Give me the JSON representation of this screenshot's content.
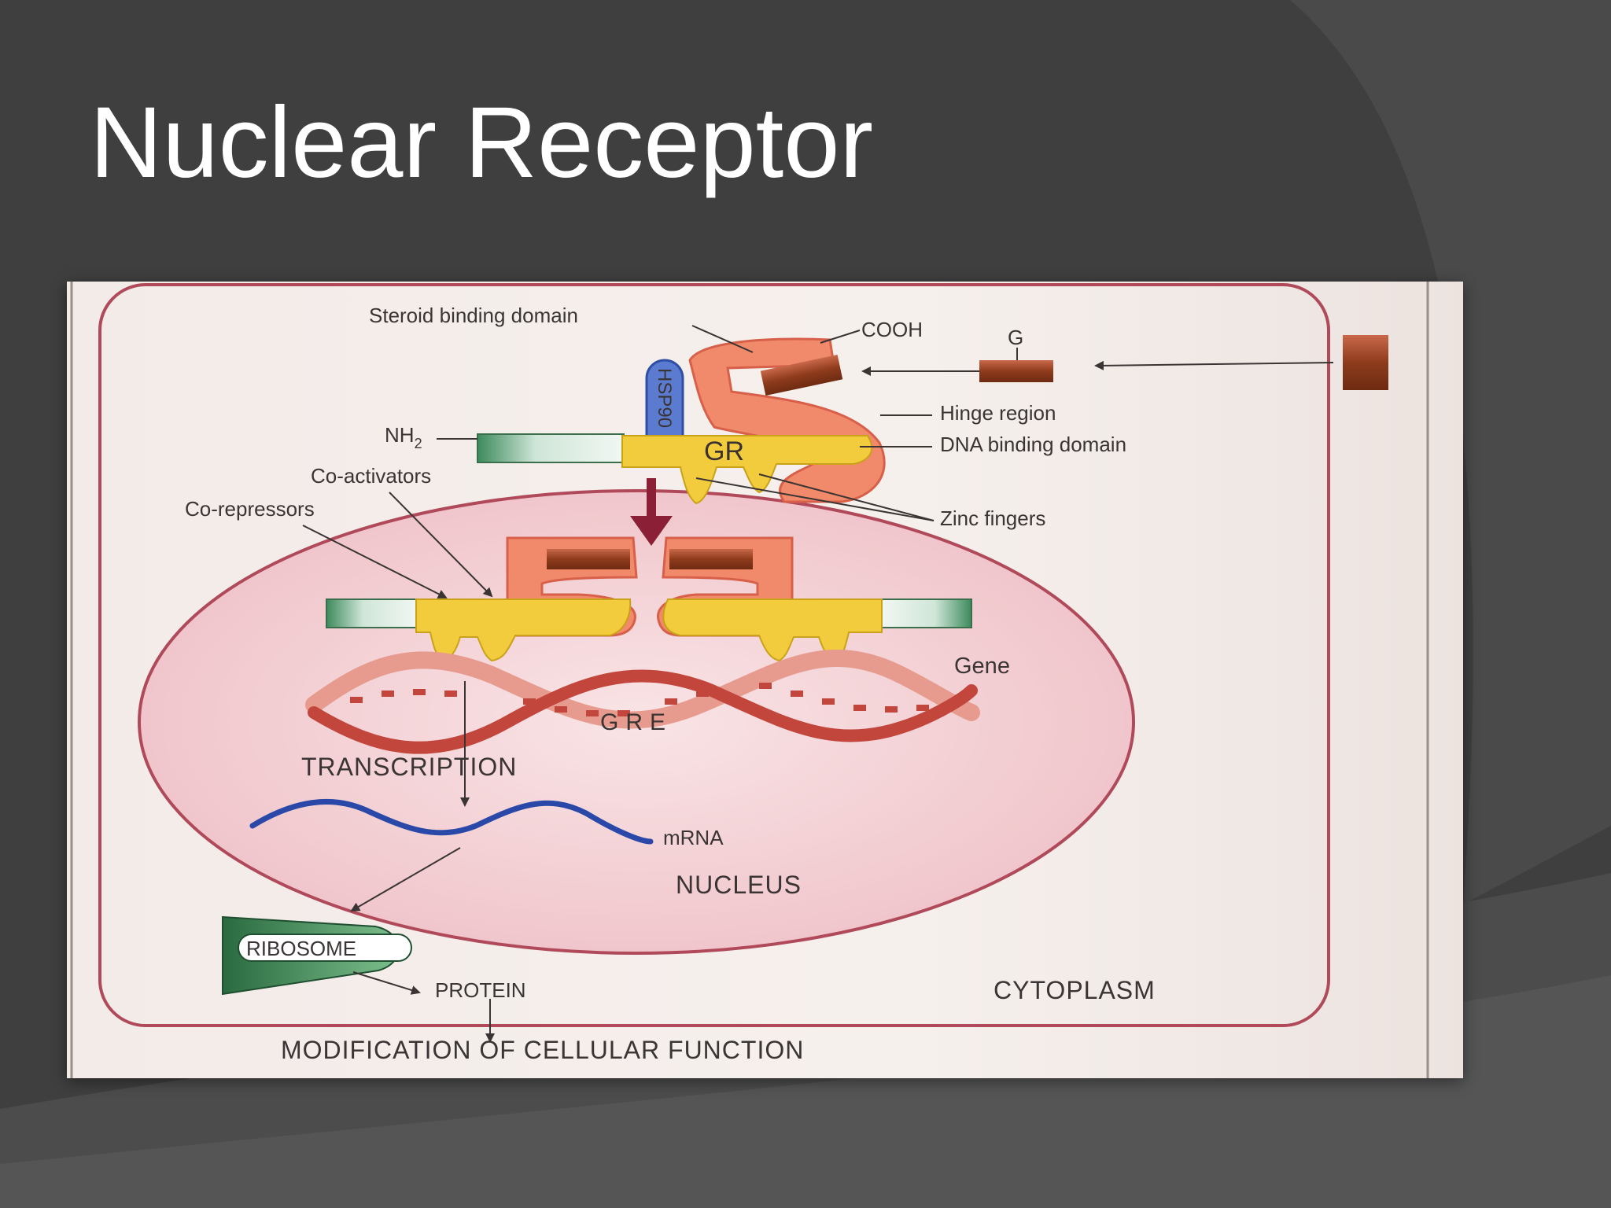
{
  "slide": {
    "title": "Nuclear Receptor"
  },
  "colors": {
    "slide_background": "#3f3f3f",
    "paper": "#f5eeeb",
    "cell_membrane": "#b04a5a",
    "nucleus_fill": "#f0c6cb",
    "receptor_orange": "#f08a6a",
    "receptor_yellow": "#f2cc3c",
    "hormone_brown": "#8e3b1c",
    "hsp90_blue": "#5a7bd0",
    "mrna_blue": "#2a48a8",
    "ribosome_green": "#2f7a4a",
    "dna_red": "#c2463c",
    "arrow_maroon": "#8a1f35"
  },
  "diagram": {
    "labels": {
      "steroid_binding_domain": "Steroid binding domain",
      "cooh": "COOH",
      "g": "G",
      "hsp90": "HSP90",
      "hinge_region": "Hinge region",
      "nh2": "NH",
      "nh2_subscript": "2",
      "gr": "GR",
      "dna_binding_domain": "DNA binding domain",
      "co_activators": "Co-activators",
      "co_repressors": "Co-repressors",
      "zinc_fingers": "Zinc fingers",
      "gene": "Gene",
      "gre": "GRE",
      "transcription": "TRANSCRIPTION",
      "mrna": "mRNA",
      "nucleus": "NUCLEUS",
      "ribosome": "RIBOSOME",
      "protein": "PROTEIN",
      "cytoplasm": "CYTOPLASM",
      "modification": "MODIFICATION OF CELLULAR FUNCTION"
    }
  }
}
